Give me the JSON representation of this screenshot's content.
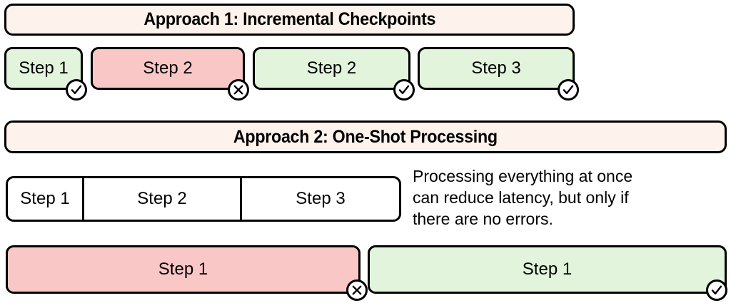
{
  "colors": {
    "green_fill": "#e2f5dc",
    "red_fill": "#fac7c7",
    "cream_fill": "#fdf3ec",
    "white_fill": "#ffffff",
    "stroke": "#000000"
  },
  "approach1": {
    "title": "Approach 1: Incremental Checkpoints",
    "blocks": [
      {
        "label": "Step 1",
        "state": "success",
        "badge": "check-icon"
      },
      {
        "label": "Step 2",
        "state": "error",
        "badge": "cross-icon"
      },
      {
        "label": "Step 2",
        "state": "success",
        "badge": "check-icon"
      },
      {
        "label": "Step 3",
        "state": "success",
        "badge": "check-icon"
      }
    ]
  },
  "approach2": {
    "title": "Approach 2: One-Shot Processing",
    "segments": [
      {
        "label": "Step 1"
      },
      {
        "label": "Step 2"
      },
      {
        "label": "Step 3"
      }
    ],
    "note": "Processing everything at once\ncan reduce latency, but only if\nthere are no errors.",
    "attempts": [
      {
        "label": "Step 1",
        "state": "error",
        "badge": "cross-icon"
      },
      {
        "label": "Step 1",
        "state": "success",
        "badge": "check-icon"
      }
    ]
  }
}
